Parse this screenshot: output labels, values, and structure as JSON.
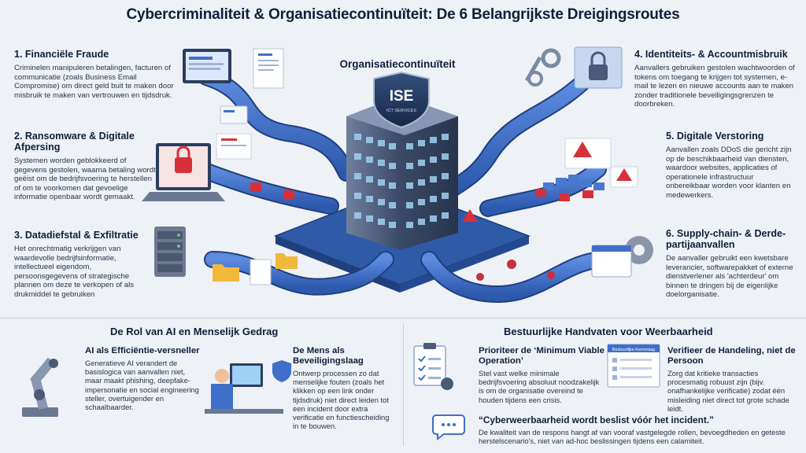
{
  "title": "Cybercriminaliteit & Organisatiecontinuïteit: De 6 Belangrijkste Dreigingsroutes",
  "center": {
    "label": "Organisatiecontinuïteit",
    "shield_text": "ISE",
    "shield_subtext": "ICT SERVICES"
  },
  "threats": [
    {
      "heading": "1. Financiële Fraude",
      "text": "Criminelen manipuleren betalingen, facturen of communicatie (zoals Business Email Compromise) om direct geld buit te maken door misbruik te maken van vertrouwen en tijdsdruk."
    },
    {
      "heading": "2. Ransomware & Digitale Afpersing",
      "text": "Systemen worden geblokkeerd of gegevens gestolen, waarna betaling wordt geëist om de bedrijfsvoering te herstellen of om te voorkomen dat gevoelige informatie openbaar wordt gemaakt."
    },
    {
      "heading": "3. Datadiefstal & Exfiltratie",
      "text": "Het onrechtmatig verkrijgen van waardevolle bedrijfsinformatie, intellectueel eigendom, persoonsgegevens of strategische plannen om deze te verkopen of als drukmiddel te gebruiken"
    },
    {
      "heading": "4. Identiteits- & Accountmisbruik",
      "text": "Aanvallers gebruiken gestolen wachtwoorden of tokens om toegang te krijgen tot systemen, e-mail te lezen en nieuwe accounts aan te maken zonder traditionele beveiligingsgrenzen te doorbreken."
    },
    {
      "heading": "5. Digitale Verstoring",
      "text": "Aanvallen zoals DDoS die gericht zijn op de beschikbaarheid van diensten, waardoor websites, applicaties of operationele infrastructuur onbereikbaar worden voor klanten en medewerkers."
    },
    {
      "heading": "6. Supply-chain- & Derde-partijaanvallen",
      "text": "De aanvaller gebruikt een kwetsbare leverancier, softwarepakket of externe dienstverlener als 'achterdeur' om binnen te dringen bij de eigenlijke doelorganisatie."
    }
  ],
  "ai_section": {
    "title": "De Rol van AI en Menselijk Gedrag",
    "ai_heading": "AI als Efficiëntie-versneller",
    "ai_text": "Generatieve AI verandert de basislogica van aanvallen niet, maar maakt phishing, deepfake-impersonatie en social engineering steller, overtuigender en schaalbaarder.",
    "human_heading": "De Mens als Beveiligingslaag",
    "human_text": "Ontwerp processen zo dat menselijke fouten (zoals het klikken op een link onder tijdsdruk) niet direct leiden tot een incident door extra verificatie en functiescheiding in te bouwen."
  },
  "gov_section": {
    "title": "Bestuurlijke Handvaten voor Weerbaarheid",
    "mvo_heading": "Prioriteer de ‘Minimum Viable Operation’",
    "mvo_text": "Stel vast welke minimale bedrijfsvoering absoluut noodzakelijk is om de organisatie overeind te houden tijdens een crisis.",
    "verify_heading": "Verifieer de Handeling, niet de Persoon",
    "verify_text": "Zorg dat kritieke transacties procesmatig robuust zijn (bijv. onafhankelijke verificatie) zodat één misleiding niet direct tot grote schade leidt.",
    "card_label": "Bestuurlijke Kernvraag",
    "quote": "“Cyberweerbaarheid wordt beslist vóór het incident.”",
    "quote_text": "De kwaliteit van de respons hangt af van vooraf vastgelegde rollen, bevoegdheden en geteste herstelscenario's, niet van ad-hoc beslissingen tijdens een calamiteit."
  },
  "colors": {
    "road": "#3f6fc9",
    "road_dark": "#254b96",
    "building": "#4a5b78",
    "accent_red": "#d8303a",
    "background": "#eef1f6"
  }
}
